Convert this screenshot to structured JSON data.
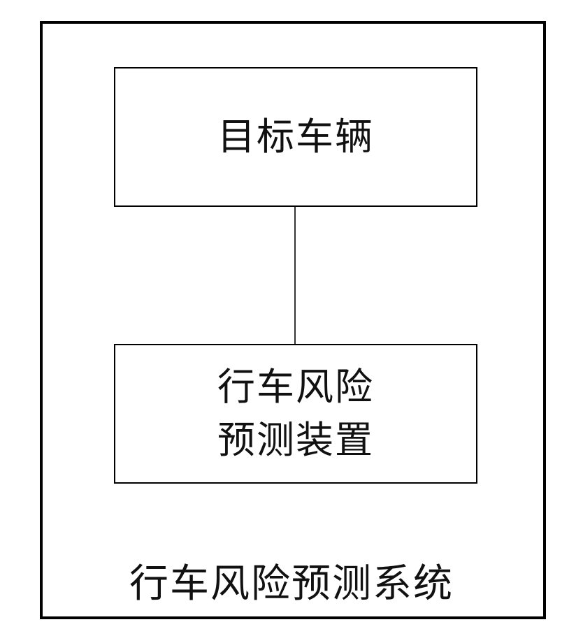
{
  "diagram": {
    "system_label": "行车风险预测系统",
    "nodes": [
      {
        "lines": [
          "目标车辆"
        ]
      },
      {
        "lines": [
          "行车风险",
          "预测装置"
        ]
      }
    ]
  },
  "colors": {
    "stroke": "#000000",
    "text": "#111111",
    "background": "#ffffff"
  }
}
